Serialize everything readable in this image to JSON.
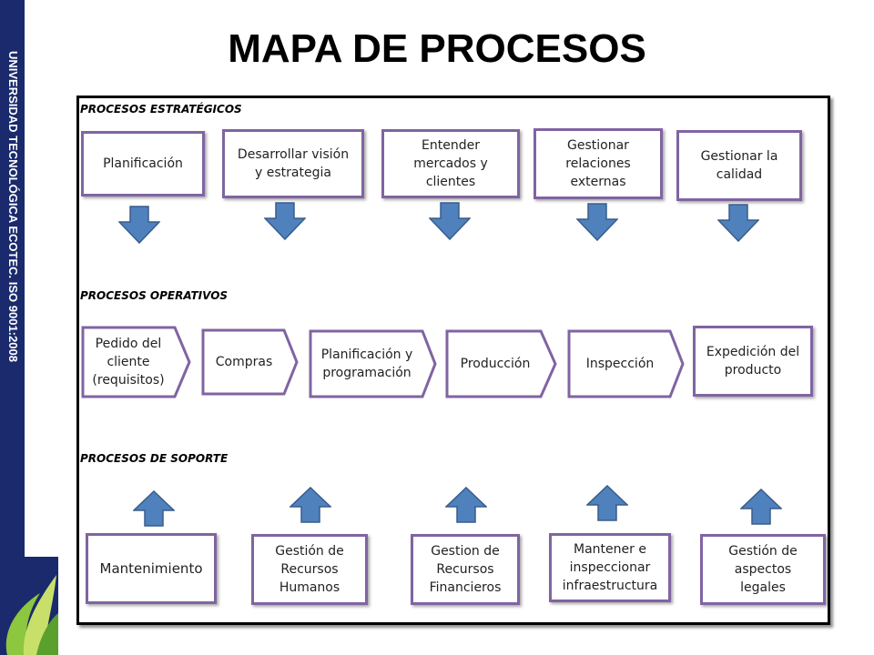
{
  "sidebar": {
    "text": "UNIVERSIDAD TECNOLÓGICA ECOTEC. ISO 9001:2008",
    "color": "#1a2a6c"
  },
  "title": "MAPA DE PROCESOS",
  "colors": {
    "box_border": "#8064a2",
    "arrow_fill": "#4f81bd",
    "arrow_stroke": "#385d8a"
  },
  "sections": {
    "strategic": {
      "label": "PROCESOS ESTRATÉGICOS",
      "items": [
        "Planificación",
        "Desarrollar visión\ny estrategia",
        "Entender\nmercados y\nclientes",
        "Gestionar\nrelaciones\nexternas",
        "Gestionar la\ncalidad"
      ]
    },
    "operative": {
      "label": "PROCESOS OPERATIVOS",
      "items": [
        "Pedido del\ncliente\n(requisitos)",
        "Compras",
        "Planificación y\nprogramación",
        "Producción",
        "Inspección",
        "Expedición del\nproducto"
      ]
    },
    "support": {
      "label": "PROCESOS DE SOPORTE",
      "items": [
        "Mantenimiento",
        "Gestión de\nRecursos\nHumanos",
        "Gestion de\nRecursos\nFinancieros",
        "Mantener e\ninspeccionar\ninfraestructura",
        "Gestión de\naspectos\nlegales"
      ]
    }
  }
}
